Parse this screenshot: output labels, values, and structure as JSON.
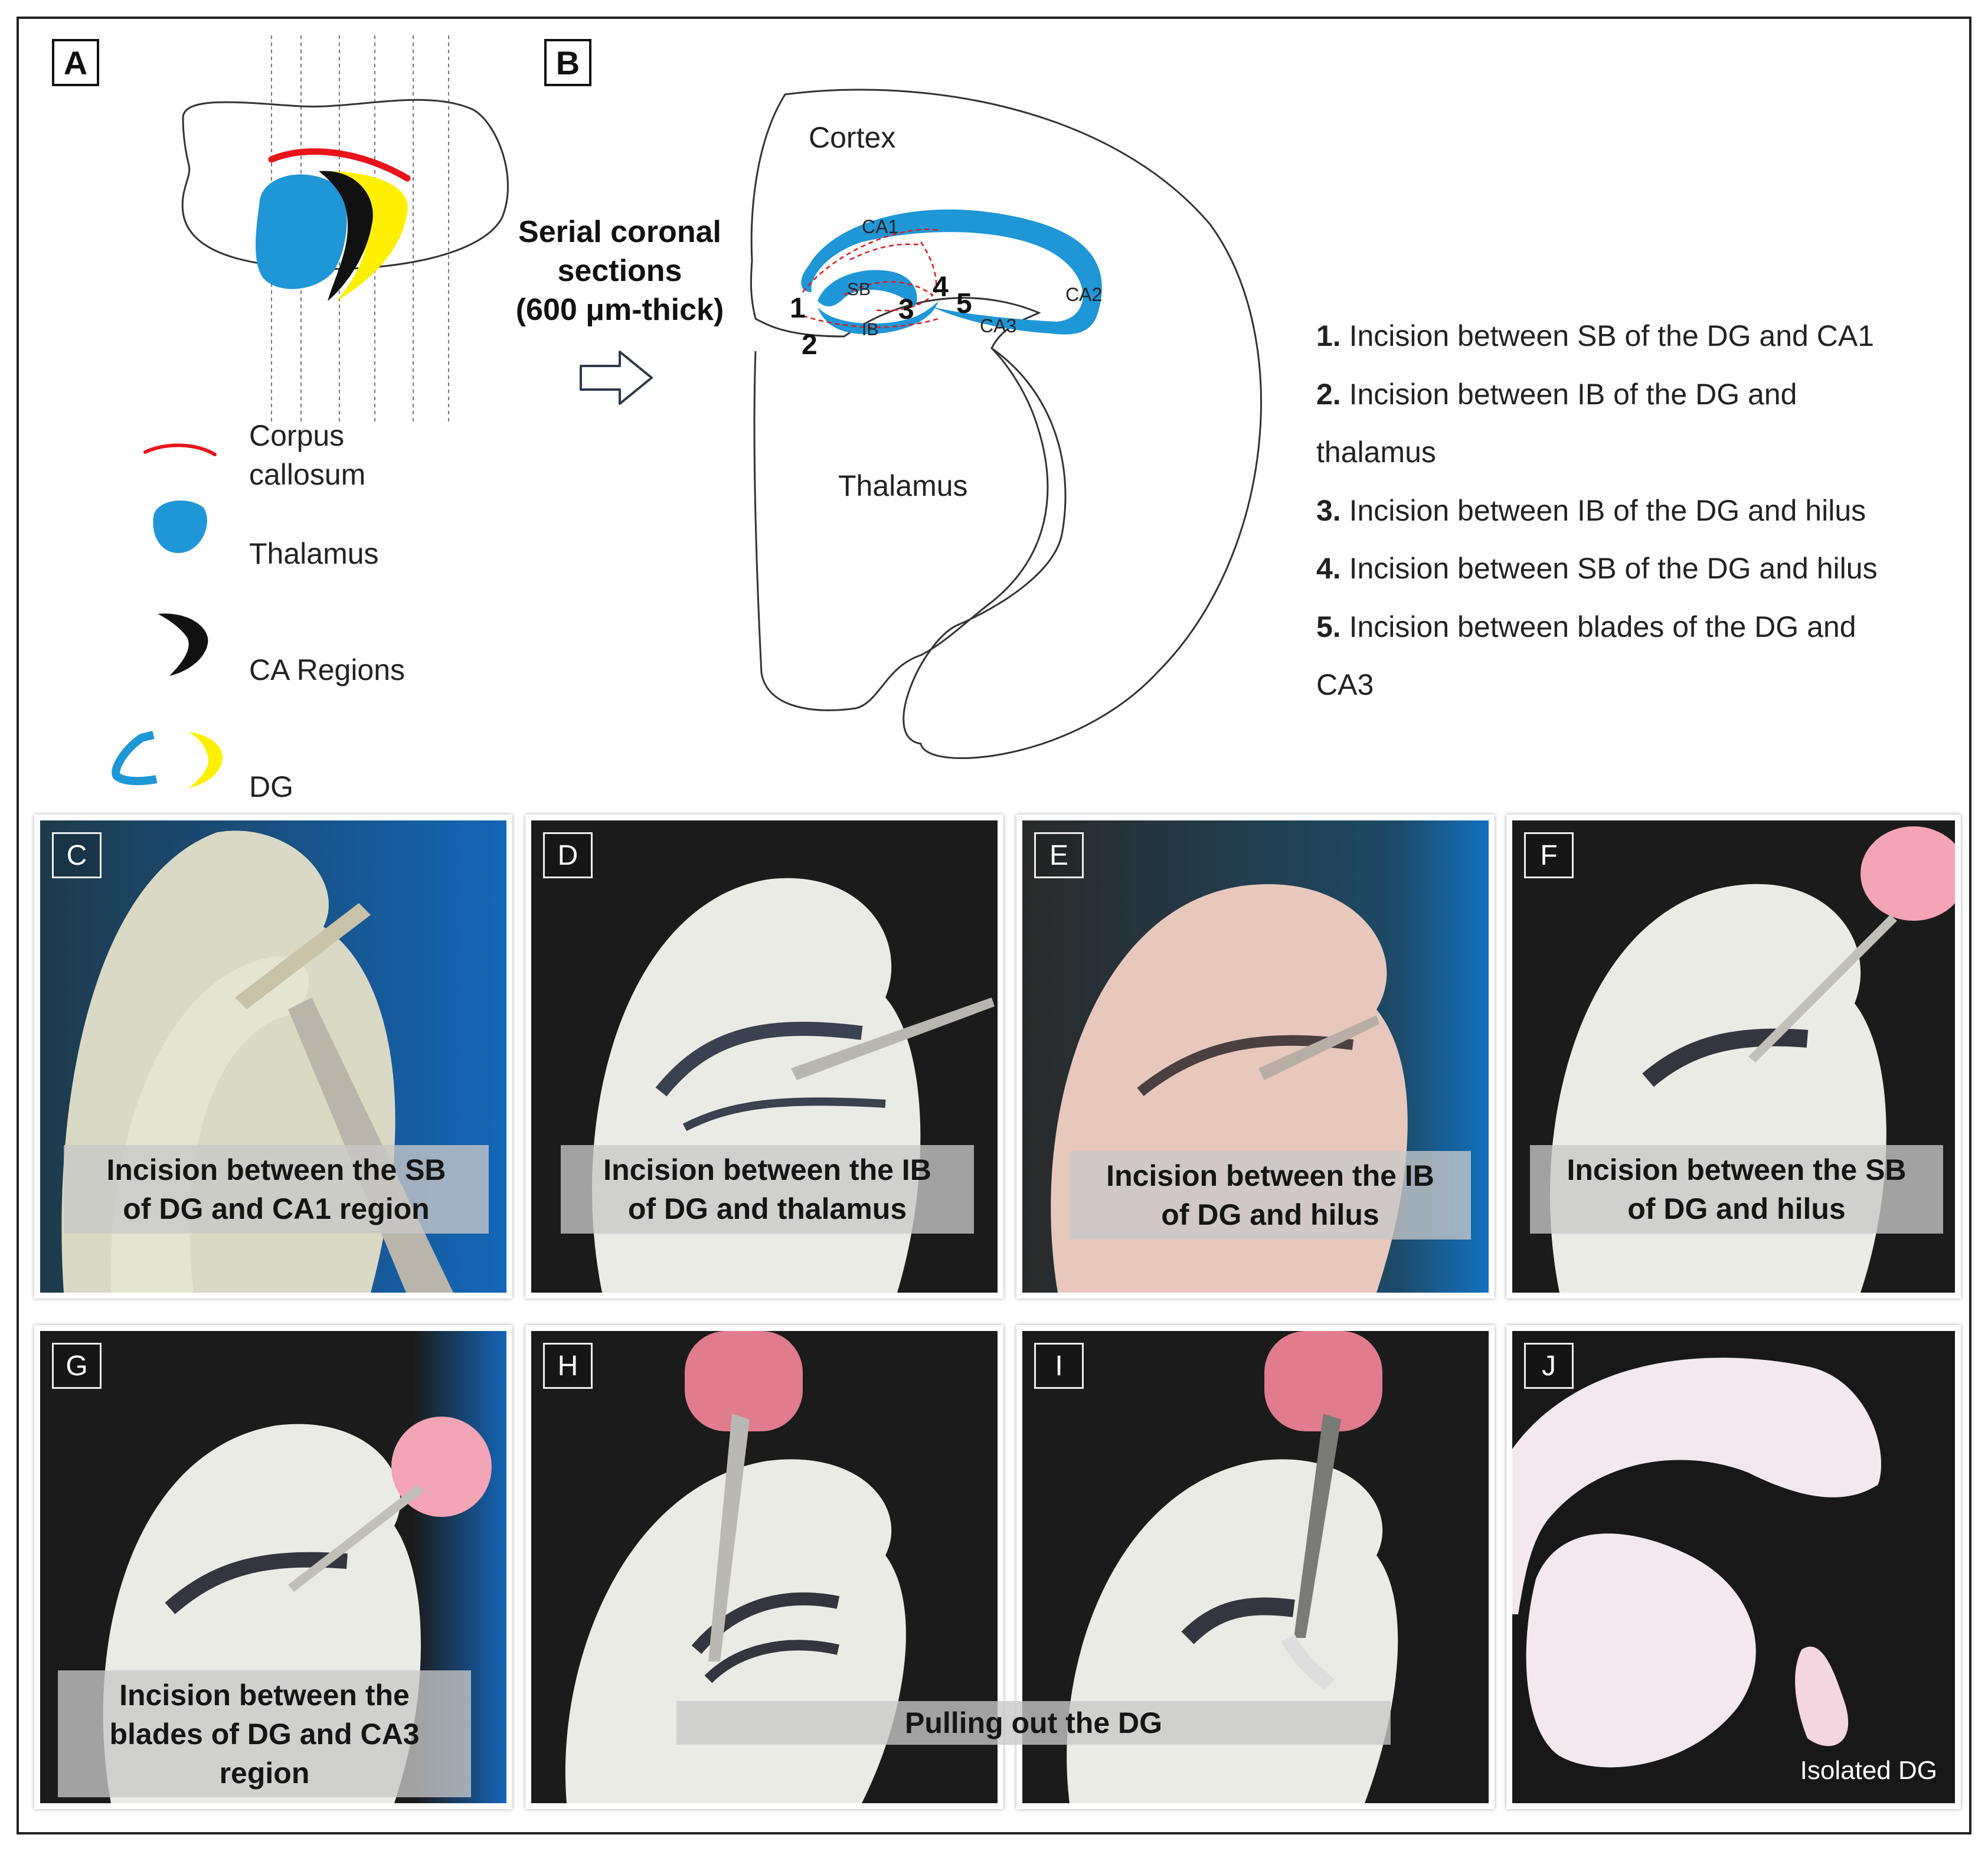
{
  "panels": {
    "a": "A",
    "b": "B",
    "c": "C",
    "d": "D",
    "e": "E",
    "f": "F",
    "g": "G",
    "h": "H",
    "i": "I",
    "j": "J"
  },
  "legend": {
    "corpus_callosum": "Corpus\ncallosum",
    "thalamus": "Thalamus",
    "ca_regions": "CA Regions",
    "dg": "DG"
  },
  "colors": {
    "corpus_callosum": "#e8141a",
    "thalamus": "#1f96d6",
    "ca_regions": "#111111",
    "dg_yellow": "#ffef00",
    "incision_lines": "#e8141a"
  },
  "arrow_label": "Serial coronal\nsections\n(600 μm-thick)",
  "section_labels": {
    "cortex": "Cortex",
    "thalamus": "Thalamus",
    "ca1": "CA1",
    "ca2": "CA2",
    "ca3": "CA3",
    "sb": "SB",
    "ib": "IB",
    "n1": "1",
    "n2": "2",
    "n3": "3",
    "n4": "4",
    "n5": "5"
  },
  "incisions": [
    {
      "num": "1.",
      "text": "Incision between SB of the DG and CA1"
    },
    {
      "num": "2.",
      "text": "Incision between IB of the DG and\nthalamus"
    },
    {
      "num": "3.",
      "text": "Incision between IB of the DG and hilus"
    },
    {
      "num": "4.",
      "text": "Incision between SB  of the DG and hilus"
    },
    {
      "num": "5.",
      "text": "Incision between blades of the DG and\nCA3"
    }
  ],
  "captions": {
    "c": "Incision between the SB\nof DG and CA1 region",
    "d": "Incision between the IB\nof DG and thalamus",
    "e": "Incision between the IB\nof DG and hilus",
    "f": "Incision between the SB\nof DG and hilus",
    "g": "Incision between the\nblades of DG and CA3\nregion",
    "hi": "Pulling out the DG",
    "j": "Isolated DG"
  }
}
